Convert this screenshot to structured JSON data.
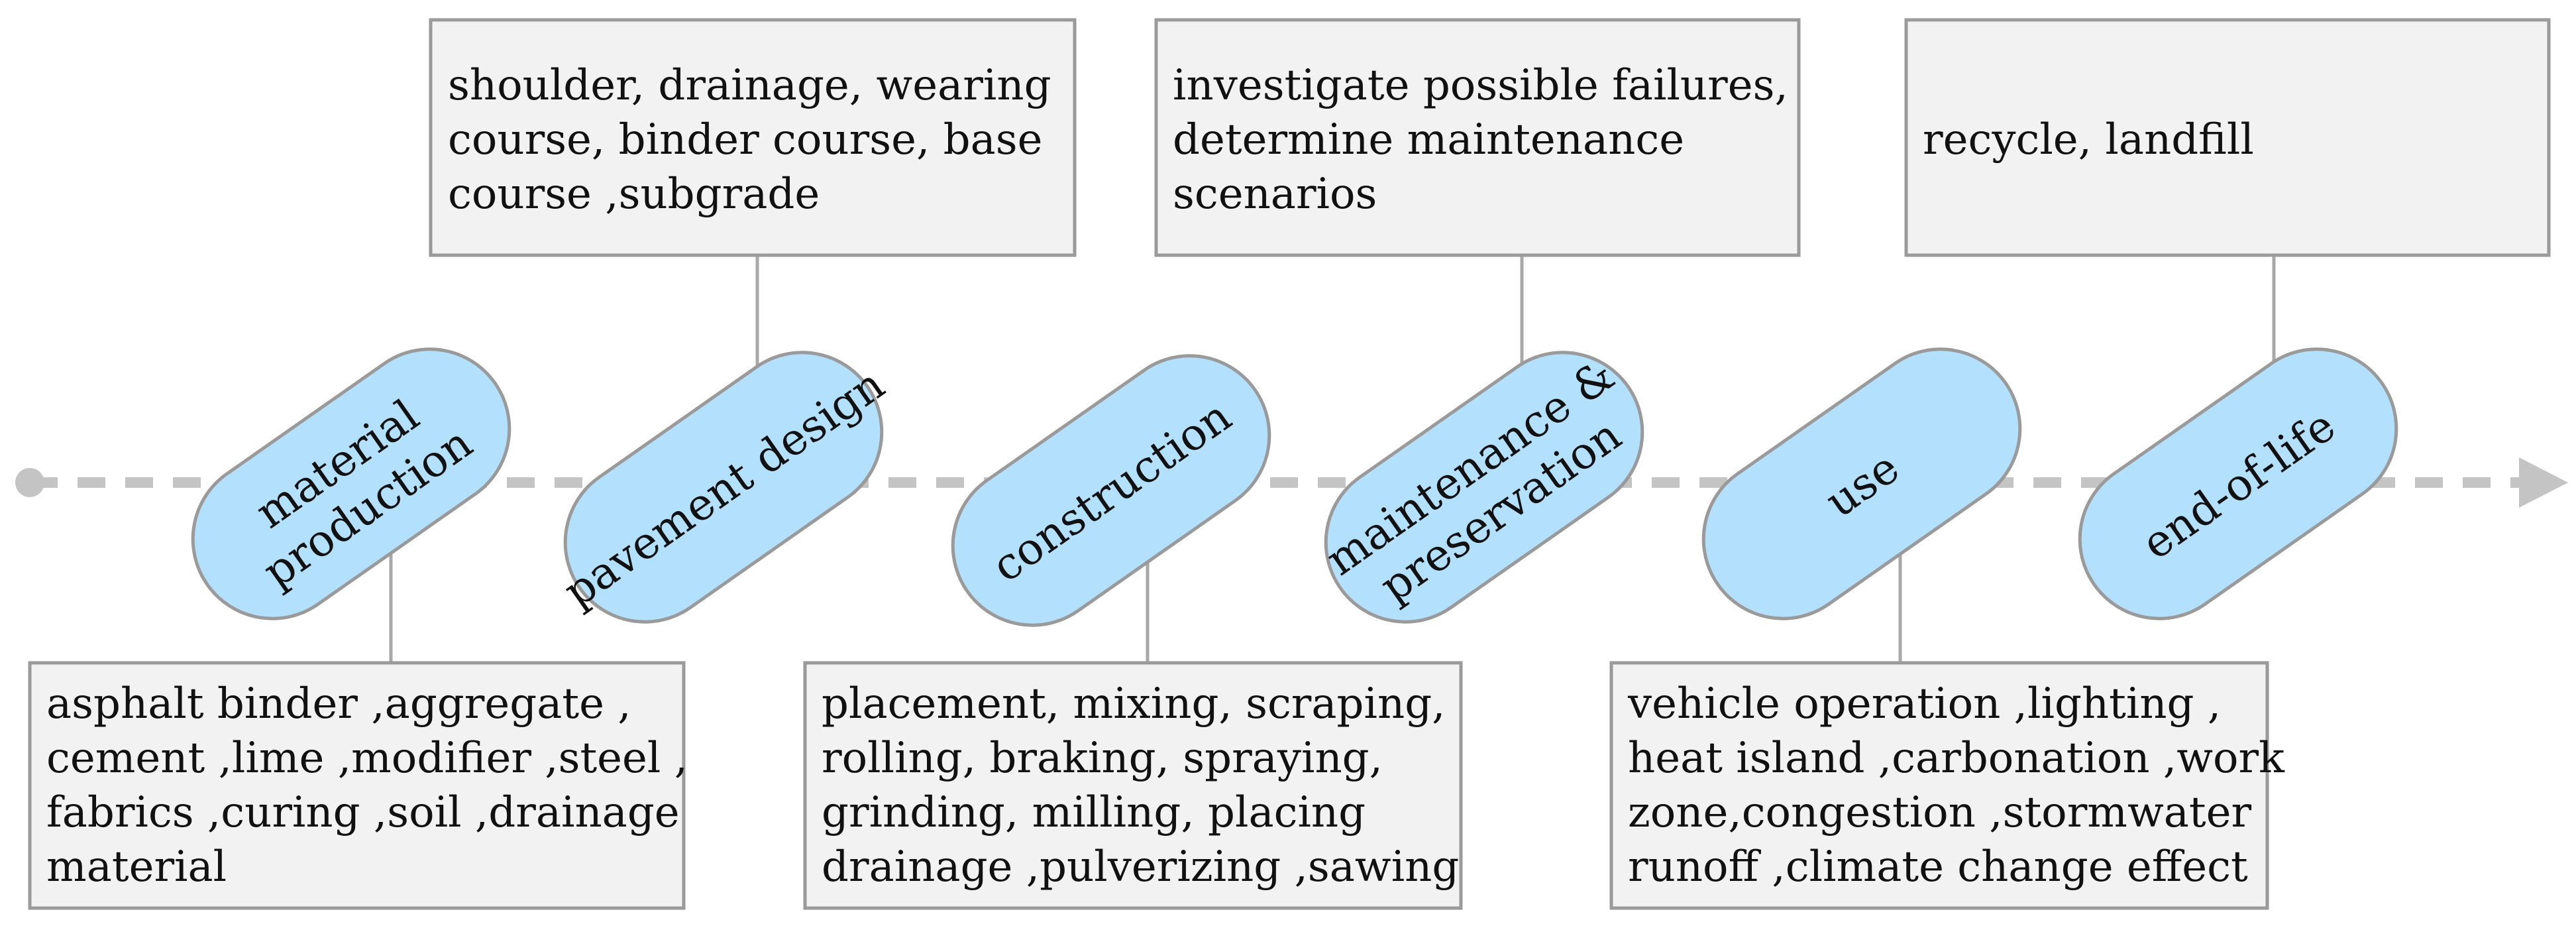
{
  "stages": [
    {
      "label_lines": [
        "material",
        "production"
      ]
    },
    {
      "label_lines": [
        "pavement design"
      ]
    },
    {
      "label_lines": [
        "construction"
      ]
    },
    {
      "label_lines": [
        "maintenance &",
        "preservation"
      ]
    },
    {
      "label_lines": [
        "use"
      ]
    },
    {
      "label_lines": [
        "end-of-life"
      ]
    }
  ],
  "top_boxes": [
    {
      "lines": [
        "shoulder, drainage, wearing",
        "course, binder course, base",
        "course ,subgrade"
      ]
    },
    {
      "lines": [
        "investigate possible failures,",
        "determine maintenance",
        "scenarios"
      ]
    },
    {
      "lines": [
        "recycle, landfill"
      ]
    }
  ],
  "bottom_boxes": [
    {
      "lines": [
        "asphalt binder ,aggregate ,",
        "cement ,lime ,modifier  ,steel ,",
        "fabrics ,curing ,soil ,drainage",
        "material"
      ]
    },
    {
      "lines": [
        "placement, mixing, scraping,",
        "rolling, braking, spraying,",
        "grinding, milling, placing",
        "drainage ,pulverizing ,sawing"
      ]
    },
    {
      "lines": [
        "vehicle operation ,lighting ,",
        "heat island ,carbonation ,work",
        "zone,congestion ,stormwater",
        "runoff ,climate change effect"
      ]
    }
  ],
  "colors": {
    "pill_fill": "#b3e0fc",
    "pill_stroke": "#9a9a9a",
    "box_fill": "#f2f2f2",
    "box_stroke": "#9a9a9a",
    "timeline": "#c4c4c4",
    "connector": "#a8a8a8"
  }
}
